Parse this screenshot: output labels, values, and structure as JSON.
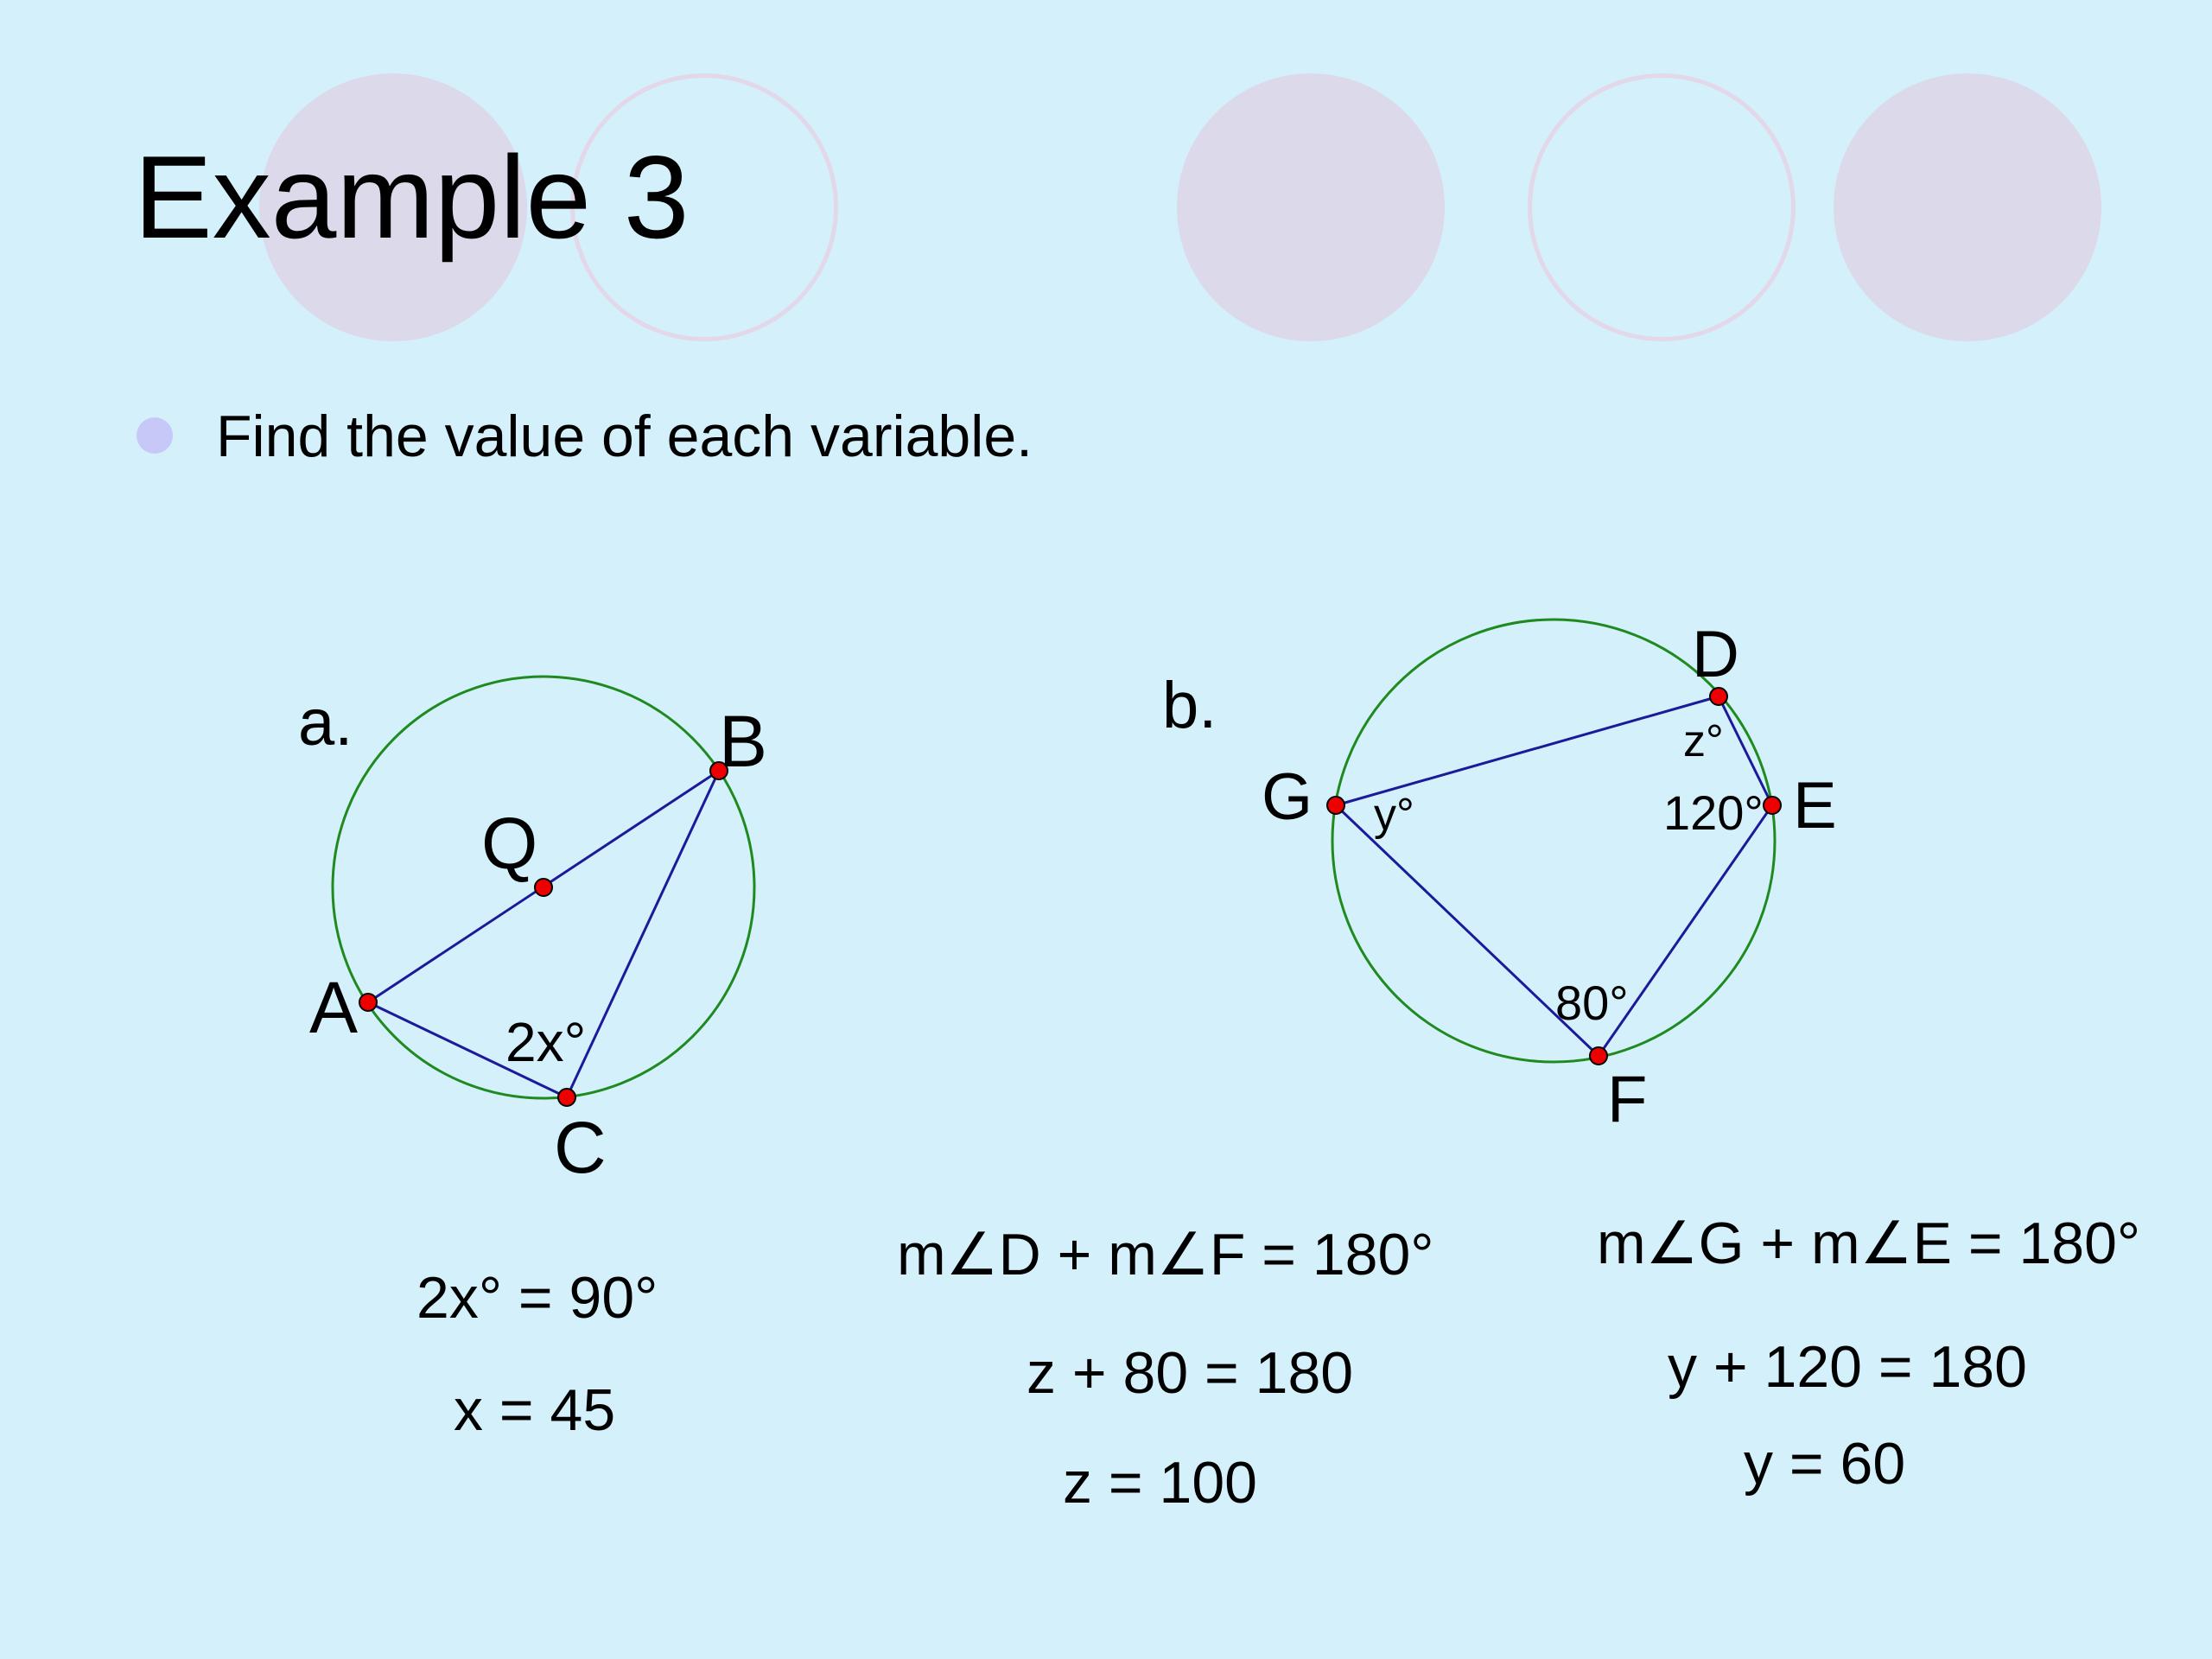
{
  "slide": {
    "title": "Example 3",
    "instruction": "Find the value of each variable.",
    "colors": {
      "background": "#d4f0fa",
      "decor": "#dcd9ea",
      "circle": "#1f8a1f",
      "chord": "#1a1a9a",
      "point": "#ee0000",
      "bullet": "#c8c8f8"
    }
  },
  "diagram_a": {
    "label": "a.",
    "points": {
      "Q": "Q",
      "A": "A",
      "B": "B",
      "C": "C"
    },
    "angle_label": "2x°",
    "solution": [
      "2x° = 90°",
      "x = 45"
    ]
  },
  "diagram_b": {
    "label": "b.",
    "points": {
      "D": "D",
      "E": "E",
      "F": "F",
      "G": "G"
    },
    "angle_labels": {
      "z": "z°",
      "y": "y°",
      "e": "120°",
      "f": "80°"
    },
    "solution_df": [
      "m∠D + m∠F = 180°",
      "z + 80 = 180",
      "z = 100"
    ],
    "solution_ge": [
      "m∠G + m∠E = 180°",
      "y + 120 = 180",
      "y = 60"
    ]
  }
}
